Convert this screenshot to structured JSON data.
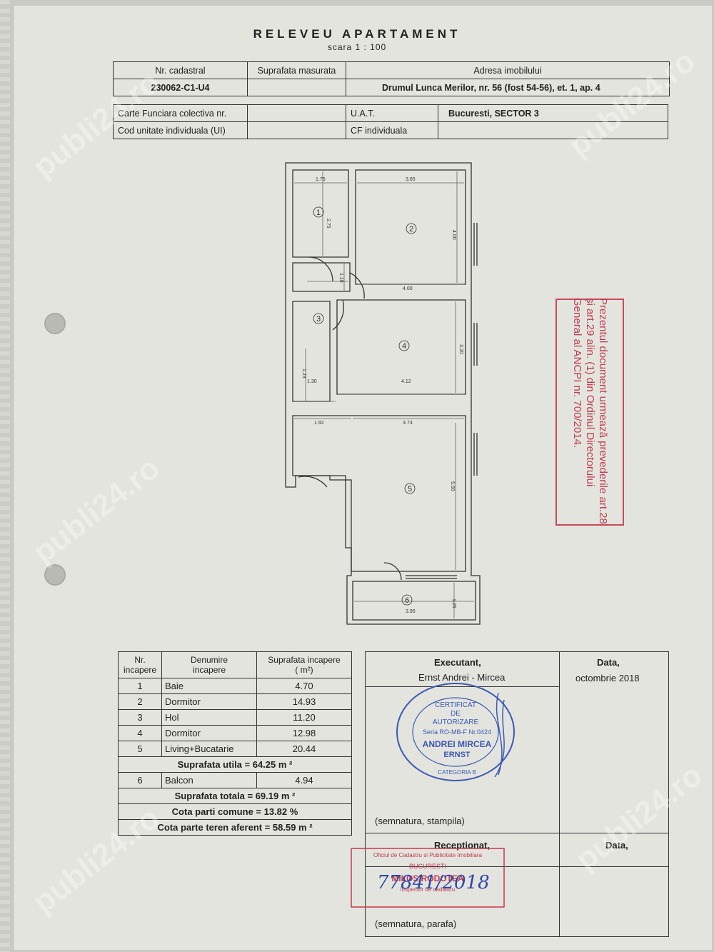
{
  "document": {
    "title": "RELEVEU APARTAMENT",
    "scale": "scara  1 : 100"
  },
  "header": {
    "nr_cadastral_label": "Nr. cadastral",
    "suprafata_label": "Suprafata masurata",
    "adresa_label": "Adresa imobilului",
    "nr_cadastral_value": "230062-C1-U4",
    "adresa_value": "Drumul Lunca Merilor, nr. 56 (fost 54-56), et. 1, ap. 4",
    "cf_colectiva_label": "Carte Funciara colectiva nr.",
    "uat_label": "U.A.T.",
    "uat_value": "Bucuresti, SECTOR 3",
    "cod_ui_label": "Cod unitate individuala (UI)",
    "cf_individuala_label": "CF individuala"
  },
  "plan": {
    "rooms": [
      "1",
      "2",
      "3",
      "4",
      "5",
      "6"
    ],
    "dimensions": [
      "1.75",
      "3.65",
      "2.75",
      "4.00",
      "1.10",
      "4.00",
      "3.20",
      "1.23",
      "1.30",
      "4.12",
      "1.92",
      "3.73",
      "5.50",
      "1.25",
      "3.95"
    ]
  },
  "rooms_table": {
    "headers": [
      "Nr.\nincapere",
      "Denumire\nincapere",
      "Suprafata incapere\n( m²)"
    ],
    "rows": [
      {
        "nr": "1",
        "name": "Baie",
        "area": "4.70"
      },
      {
        "nr": "2",
        "name": "Dormitor",
        "area": "14.93"
      },
      {
        "nr": "3",
        "name": "Hol",
        "area": "11.20"
      },
      {
        "nr": "4",
        "name": "Dormitor",
        "area": "12.98"
      },
      {
        "nr": "5",
        "name": "Living+Bucatarie",
        "area": "20.44"
      }
    ],
    "suprafata_utila": "Suprafata utila = 64.25 m ²",
    "balcon": {
      "nr": "6",
      "name": "Balcon",
      "area": "4.94"
    },
    "suprafata_totala": "Suprafata totala = 69.19 m ²",
    "cota_comune": "Cota parti comune = 13.82 %",
    "cota_teren": "Cota parte teren aferent = 58.59 m ²"
  },
  "signatures": {
    "executant_label": "Executant,",
    "executant_name": "Ernst  Andrei - Mircea",
    "data_label": "Data,",
    "data_value": "octombrie 2018",
    "semnatura_stampila": "(semnatura, stampila)",
    "receptionat_label": "Receptionat,",
    "data2_label": "Data,",
    "semnatura_parafa": "(semnatura, parafa)"
  },
  "stamp_blue": {
    "line1": "CERTIFICAT",
    "line2": "DE",
    "line3": "AUTORIZARE",
    "line4": "Seria RO-MB-F Nr.0424",
    "line5": "ANDREI MIRCEA",
    "line6": "ERNST",
    "line7": "CATEGORIA B"
  },
  "stamp_red": {
    "line1": "Oficiul de Cadastru si Publicitate Imobiliara",
    "line2": "BUCURESTI",
    "line3": "MILOS RODOTEA",
    "line4": "inspector de cadastru",
    "handwriting": "77841/2018"
  },
  "red_notice": {
    "text": "Prezentul document urmează prevederile art.28 și art.29 alin. (1) din Ordinul Directorului General al ANCPI nr. 700/2014."
  },
  "watermark": "publi24.ro",
  "colors": {
    "paper": "#e3e4de",
    "ink": "#222222",
    "stamp_blue": "#3a59b5",
    "stamp_red": "#c43a4e"
  }
}
